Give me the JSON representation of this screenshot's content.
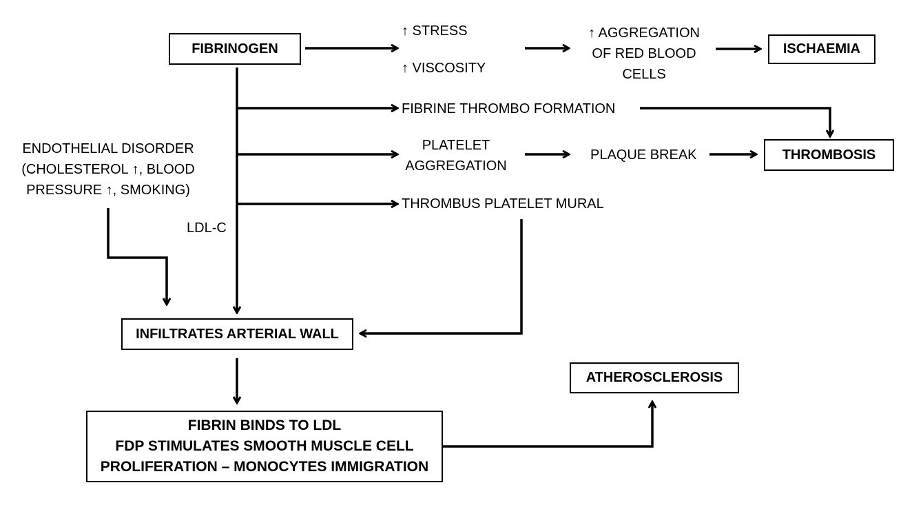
{
  "nodes": {
    "fibrinogen": "FIBRINOGEN",
    "ischaemia": "ISCHAEMIA",
    "thrombosis": "THROMBOSIS",
    "infiltrates": "INFILTRATES ARTERIAL WALL",
    "atherosclerosis": "ATHEROSCLEROSIS",
    "fibrin_box": [
      "FIBRIN BINDS TO LDL",
      "FDP STIMULATES SMOOTH MUSCLE CELL",
      "PROLIFERATION – MONOCYTES IMMIGRATION"
    ]
  },
  "labels": {
    "stress": "↑ STRESS",
    "viscosity": "↑ VISCOSITY",
    "aggregation_rbc": [
      "↑ AGGREGATION",
      "OF RED BLOOD",
      "CELLS"
    ],
    "fibrine_thrombo": "FIBRINE THROMBO FORMATION",
    "platelet_aggregation": [
      "PLATELET",
      "AGGREGATION"
    ],
    "plaque_break": "PLAQUE BREAK",
    "thrombus_mural": "THROMBUS PLATELET MURAL",
    "endothelial": [
      "ENDOTHELIAL DISORDER",
      "(CHOLESTEROL ↑, BLOOD",
      "PRESSURE ↑, SMOKING)"
    ],
    "ldl_c": "LDL-C"
  }
}
